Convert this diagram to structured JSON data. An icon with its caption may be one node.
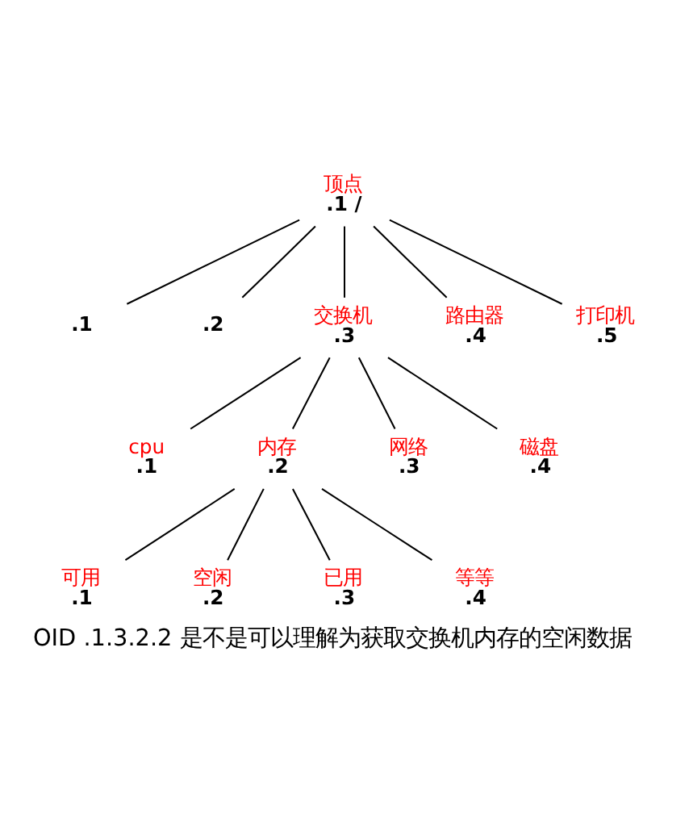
{
  "diagram": {
    "caption": "OID .1.3.2.2 是不是可以理解为获取交换机内存的空闲数据",
    "nodes": [
      {
        "text": [
          ".1 /"
        ],
        "beside": [
          "顶点"
        ]
      },
      {
        "text": [
          ".1"
        ]
      },
      {
        "text": [
          ".2"
        ]
      },
      {
        "text": [
          ".3"
        ],
        "beside": [
          "交换机"
        ]
      },
      {
        "text": [
          ".4"
        ],
        "beside": [
          "路由器"
        ]
      },
      {
        "text": [
          ".5"
        ],
        "beside": [
          "打印机"
        ]
      },
      {
        "text": [
          ".1"
        ],
        "beside": [
          "cpu"
        ]
      },
      {
        "text": [
          ".2"
        ],
        "beside": [
          "内存"
        ]
      },
      {
        "text": [
          ".3"
        ],
        "beside": [
          "网络"
        ]
      },
      {
        "text": [
          ".4"
        ],
        "beside": [
          "磁盘"
        ]
      },
      {
        "text": [
          ".1"
        ],
        "beside": [
          "可用"
        ]
      },
      {
        "text": [
          ".2"
        ],
        "beside": [
          "空闲"
        ]
      },
      {
        "text": [
          ".3"
        ],
        "beside": [
          "已用"
        ]
      },
      {
        "text": [
          ".4"
        ],
        "beside": [
          "等等"
        ]
      }
    ],
    "edges": [
      {
        "from": 0,
        "to": 1,
        "arrow": "none"
      },
      {
        "from": 0,
        "to": 2,
        "arrow": "none"
      },
      {
        "from": 0,
        "to": 3,
        "arrow": "none"
      },
      {
        "from": 0,
        "to": 4,
        "arrow": "none"
      },
      {
        "from": 0,
        "to": 5,
        "arrow": "none"
      },
      {
        "from": 3,
        "to": 6,
        "arrow": "none"
      },
      {
        "from": 3,
        "to": 7,
        "arrow": "none"
      },
      {
        "from": 3,
        "to": 8,
        "arrow": "none"
      },
      {
        "from": 3,
        "to": 9,
        "arrow": "none"
      },
      {
        "from": 7,
        "to": 10,
        "arrow": "none"
      },
      {
        "from": 7,
        "to": 11,
        "arrow": "none"
      },
      {
        "from": 7,
        "to": 12,
        "arrow": "none"
      },
      {
        "from": 7,
        "to": 13,
        "arrow": "none"
      }
    ]
  }
}
